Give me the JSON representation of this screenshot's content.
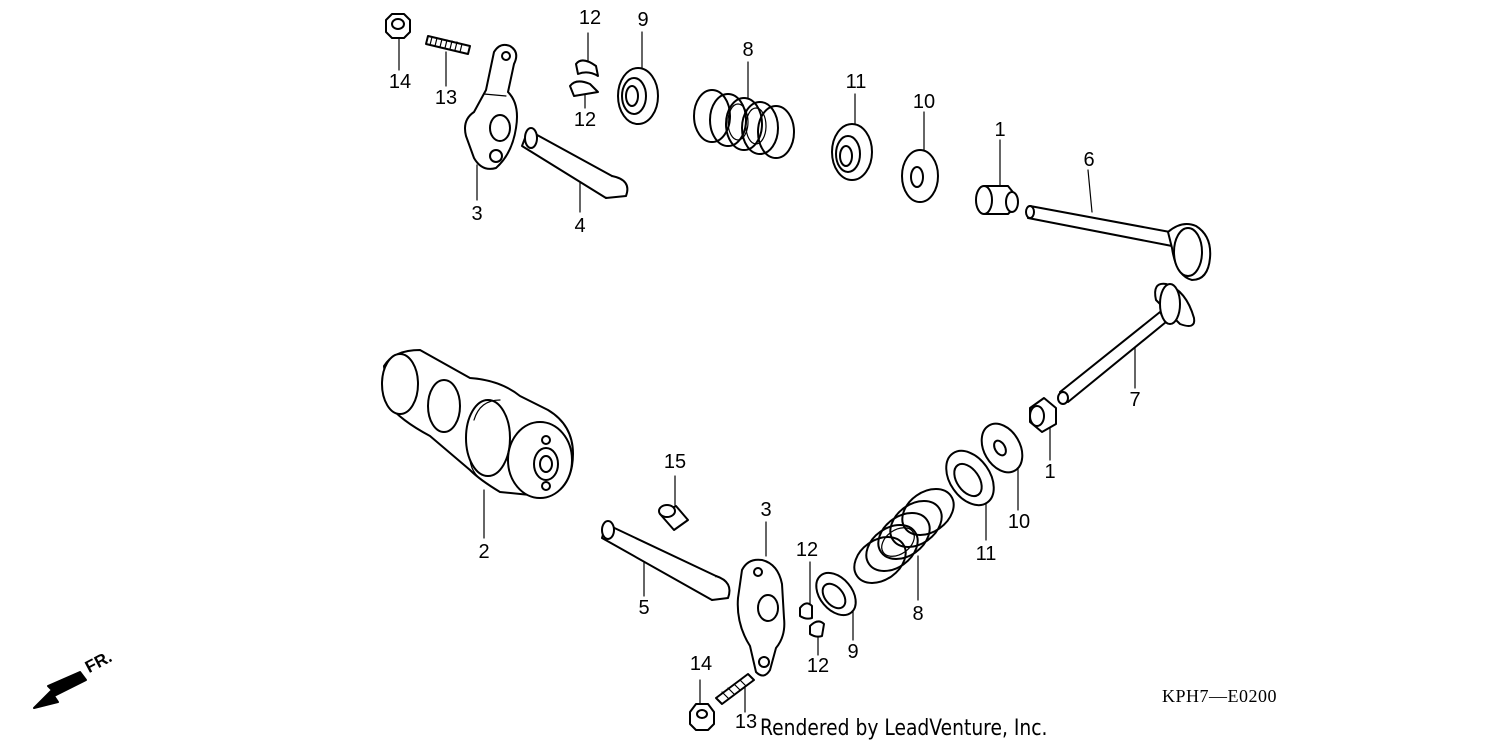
{
  "drawing_code": "KPH7—E0200",
  "credit": "Rendered by LeadVenture, Inc.",
  "direction_label": "FR.",
  "callouts": [
    {
      "id": "c14a",
      "text": "14"
    },
    {
      "id": "c13a",
      "text": "13"
    },
    {
      "id": "c3a",
      "text": "3"
    },
    {
      "id": "c12a",
      "text": "12"
    },
    {
      "id": "c12b",
      "text": "12"
    },
    {
      "id": "c4",
      "text": "4"
    },
    {
      "id": "c9a",
      "text": "9"
    },
    {
      "id": "c8a",
      "text": "8"
    },
    {
      "id": "c11a",
      "text": "11"
    },
    {
      "id": "c10a",
      "text": "10"
    },
    {
      "id": "c1a",
      "text": "1"
    },
    {
      "id": "c6",
      "text": "6"
    },
    {
      "id": "c7",
      "text": "7"
    },
    {
      "id": "c1b",
      "text": "1"
    },
    {
      "id": "c10b",
      "text": "10"
    },
    {
      "id": "c11b",
      "text": "11"
    },
    {
      "id": "c8b",
      "text": "8"
    },
    {
      "id": "c9b",
      "text": "9"
    },
    {
      "id": "c12c",
      "text": "12"
    },
    {
      "id": "c12d",
      "text": "12"
    },
    {
      "id": "c3b",
      "text": "3"
    },
    {
      "id": "c15",
      "text": "15"
    },
    {
      "id": "c5",
      "text": "5"
    },
    {
      "id": "c2",
      "text": "2"
    },
    {
      "id": "c14b",
      "text": "14"
    },
    {
      "id": "c13b",
      "text": "13"
    }
  ]
}
